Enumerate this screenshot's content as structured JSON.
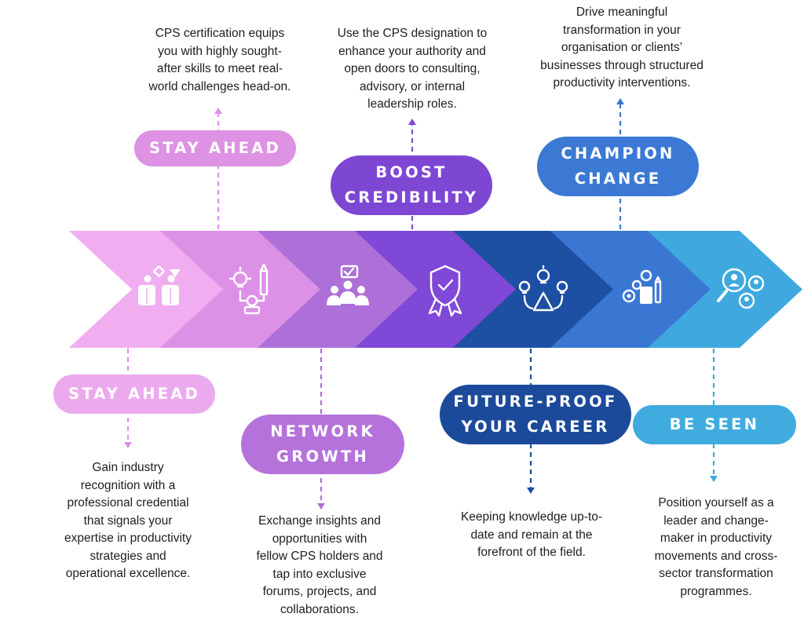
{
  "colors": {
    "stage_1": "#f0aef0",
    "stage_2": "#dc91e6",
    "stage_3": "#ad6fd8",
    "stage_4": "#8048d6",
    "stage_5": "#1d4fa3",
    "stage_6": "#3a77d3",
    "stage_7": "#3fa9df",
    "pill_stay_ahead_top": "#dd92e3",
    "pill_stay_ahead_bottom": "#ecaaee",
    "pill_network_growth": "#b572db",
    "pill_boost_credibility": "#7d47d3",
    "pill_future_proof": "#1c4a9b",
    "pill_champion_change": "#3b79d4",
    "pill_be_seen": "#40abdf"
  },
  "stages": [
    {
      "icon": "people-shapes-icon"
    },
    {
      "icon": "idea-pencil-icon"
    },
    {
      "icon": "audience-icon"
    },
    {
      "icon": "badge-shield-icon"
    },
    {
      "icon": "brainstorm-ideas-icon"
    },
    {
      "icon": "gears-growth-icon"
    },
    {
      "icon": "magnifier-people-icon"
    }
  ],
  "top_items": [
    {
      "label_lines": [
        "STAY AHEAD"
      ],
      "description_lines": [
        "CPS certification equips",
        "you with highly sought-",
        "after skills to meet real-",
        "world challenges head-on."
      ]
    },
    {
      "label_lines": [
        "BOOST",
        "CREDIBILITY"
      ],
      "description_lines": [
        "Use the CPS designation to",
        "enhance your authority and",
        "open doors to consulting,",
        "advisory, or internal",
        "leadership roles."
      ]
    },
    {
      "label_lines": [
        "CHAMPION",
        "CHANGE"
      ],
      "description_lines": [
        "Drive meaningful",
        "transformation in your",
        "organisation or clients’",
        "businesses through structured",
        "productivity interventions."
      ]
    }
  ],
  "bottom_items": [
    {
      "label_lines": [
        "STAY AHEAD"
      ],
      "description_lines": [
        "Gain industry",
        "recognition with a",
        "professional credential",
        "that signals your",
        "expertise in productivity",
        "strategies and",
        "operational excellence."
      ]
    },
    {
      "label_lines": [
        "NETWORK",
        "GROWTH"
      ],
      "description_lines": [
        "Exchange insights and",
        "opportunities with",
        "fellow CPS holders and",
        "tap into exclusive",
        "forums, projects, and",
        "collaborations."
      ]
    },
    {
      "label_lines": [
        "FUTURE-PROOF",
        "YOUR CAREER"
      ],
      "description_lines": [
        "Keeping knowledge up-to-",
        "date and remain at the",
        "forefront of the field."
      ]
    },
    {
      "label_lines": [
        "BE SEEN"
      ],
      "description_lines": [
        "Position yourself as a",
        "leader and change-",
        "maker in productivity",
        "movements and cross-",
        "sector transformation",
        "programmes."
      ]
    }
  ]
}
